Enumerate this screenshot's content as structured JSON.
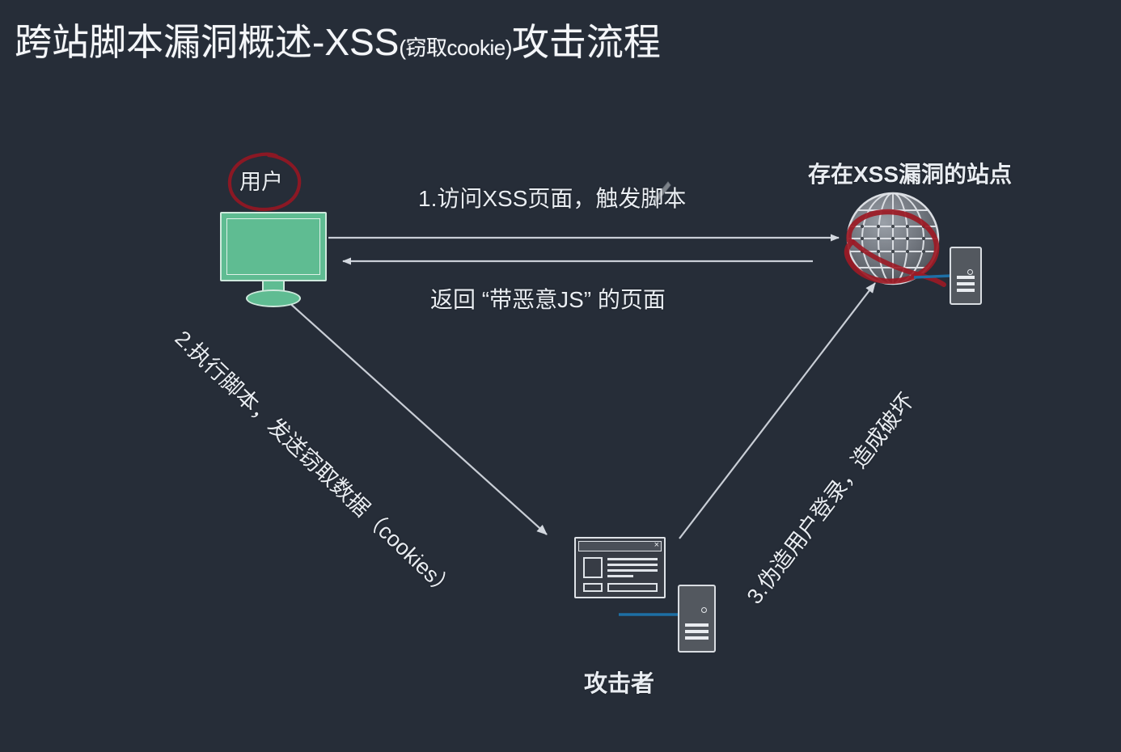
{
  "slide": {
    "background_color": "#262d38",
    "title_main_pre": "跨站脚本漏洞概述-XSS",
    "title_paren": "(窃取cookie)",
    "title_main_post": "攻击流程",
    "title_full": "跨站脚本漏洞概述-XSS(窃取cookie)攻击流程"
  },
  "nodes": {
    "user": {
      "label": "用户",
      "icon": "monitor-icon",
      "screen_color": "#5fbc92",
      "border_color": "#cfe9dd",
      "annotation": "red-hand-drawn-circle",
      "annotation_color": "#8b1824"
    },
    "site": {
      "label": "存在XSS漏洞的站点",
      "icon": "globe-icon",
      "icon_color": "#d7dade",
      "annotation": "red-hand-drawn-loop",
      "annotation_color": "#9c1a25",
      "server_icon": "server-tower-icon",
      "link_color": "#1d6fa5"
    },
    "attacker": {
      "label": "攻击者",
      "icon": "browser-window-icon",
      "close_glyph": "×",
      "server_icon": "server-tower-icon",
      "link_color": "#1d6fa5"
    }
  },
  "flows": [
    {
      "id": "step1",
      "label": "1.访问XSS页面，触发脚本",
      "from": "user",
      "to": "site",
      "direction": "right",
      "color": "#c9ced6"
    },
    {
      "id": "return",
      "label": "返回 “带恶意JS” 的页面",
      "from": "site",
      "to": "user",
      "direction": "left",
      "color": "#c9ced6"
    },
    {
      "id": "step2",
      "label": "2.执行脚本，发送窃取数据（cookies）",
      "from": "user",
      "to": "attacker",
      "direction": "down-right",
      "color": "#c9ced6"
    },
    {
      "id": "step3",
      "label": "3.伪造用户登录，造成破坏",
      "from": "attacker",
      "to": "site",
      "direction": "up-right",
      "color": "#c9ced6"
    }
  ]
}
